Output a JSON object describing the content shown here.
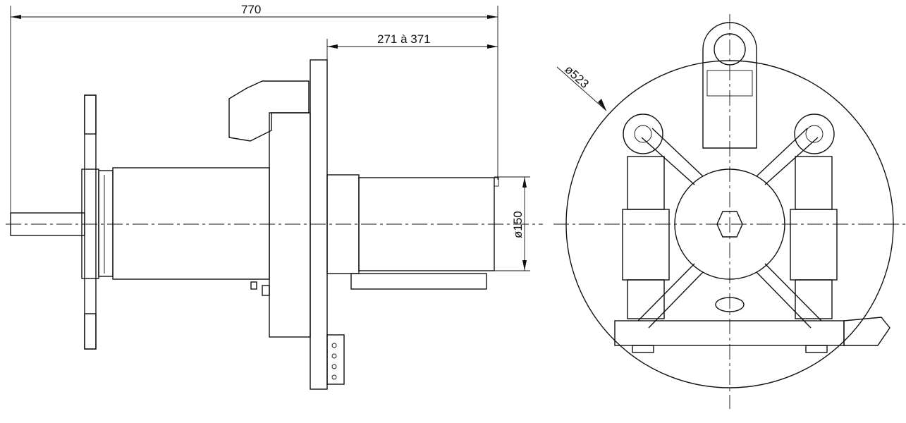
{
  "dimensions": {
    "overall_length": "770",
    "stroke_range": "271 à 371",
    "body_diameter": "ø150",
    "swing_diameter": "ø523"
  }
}
